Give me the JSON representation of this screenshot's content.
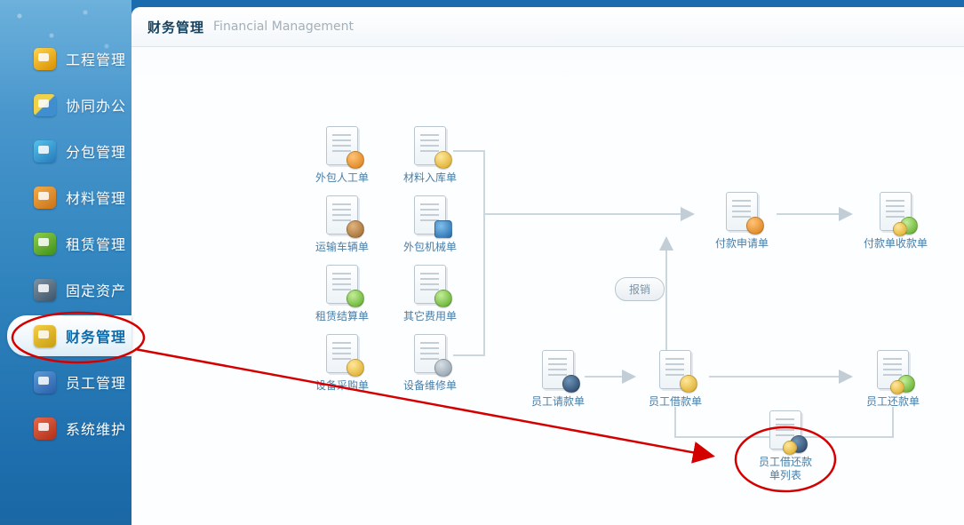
{
  "sidebar": {
    "items": [
      {
        "label": "工程管理",
        "icon": "engineering-icon"
      },
      {
        "label": "协同办公",
        "icon": "office-icon"
      },
      {
        "label": "分包管理",
        "icon": "subcontract-icon"
      },
      {
        "label": "材料管理",
        "icon": "materials-icon"
      },
      {
        "label": "租赁管理",
        "icon": "leasing-icon"
      },
      {
        "label": "固定资产",
        "icon": "fixed-assets-icon"
      },
      {
        "label": "财务管理",
        "icon": "finance-icon",
        "selected": true
      },
      {
        "label": "员工管理",
        "icon": "staff-icon"
      },
      {
        "label": "系统维护",
        "icon": "system-icon"
      }
    ]
  },
  "header": {
    "title": "财务管理",
    "subtitle": "Financial Management"
  },
  "flow": {
    "reimburse_label": "报销",
    "nodes": {
      "outsource_labor": "外包人工单",
      "material_inbound": "材料入库单",
      "transport_vehicle": "运输车辆单",
      "outsource_machine": "外包机械单",
      "lease_settlement": "租赁结算单",
      "other_expense": "其它费用单",
      "equipment_purchase": "设备采购单",
      "equipment_repair": "设备维修单",
      "payment_request": "付款申请单",
      "payment_receipt": "付款单收款单",
      "employee_request": "员工请款单",
      "employee_loan": "员工借款单",
      "employee_repay": "员工还款单",
      "loan_repay_list": "员工借还款单列表"
    }
  },
  "annotations": {
    "highlight_color": "#d40000",
    "connector_color": "#ccd6dd"
  }
}
